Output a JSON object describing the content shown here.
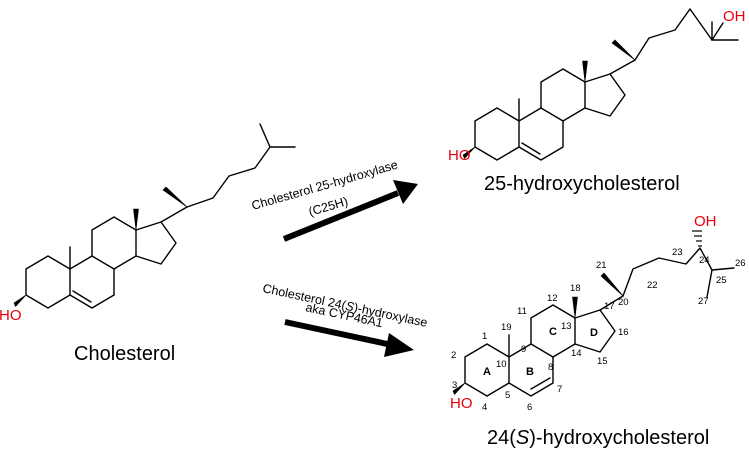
{
  "compounds": {
    "cholesterol": {
      "name": "Cholesterol",
      "oh": "HO"
    },
    "hc25": {
      "name": "25-hydroxycholesterol",
      "oh_3": "HO",
      "oh_25": "OH"
    },
    "hc24": {
      "name_pre": "24(",
      "name_s": "S",
      "name_post": ")-hydroxycholesterol",
      "oh_3": "HO",
      "oh_24": "OH"
    }
  },
  "reactions": {
    "top": {
      "line1": "Cholesterol 25-hydroxylase",
      "line2": "(C25H)"
    },
    "bottom": {
      "line1_pre": "Cholesterol 24(",
      "line1_s": "S",
      "line1_post": ")-hydroxylase",
      "line2": "aka CYP46A1"
    }
  },
  "ring_labels": [
    "A",
    "B",
    "C",
    "D"
  ],
  "atom_numbers": {
    "n1": "1",
    "n2": "2",
    "n3": "3",
    "n4": "4",
    "n5": "5",
    "n6": "6",
    "n7": "7",
    "n8": "8",
    "n9": "9",
    "n10": "10",
    "n11": "11",
    "n12": "12",
    "n13": "13",
    "n14": "14",
    "n15": "15",
    "n16": "16",
    "n17": "17",
    "n18": "18",
    "n19": "19",
    "n20": "20",
    "n21": "21",
    "n22": "22",
    "n23": "23",
    "n24": "24",
    "n25": "25",
    "n26": "26",
    "n27": "27"
  },
  "colors": {
    "heteroatom": "#e8000b",
    "bond": "#000000"
  }
}
